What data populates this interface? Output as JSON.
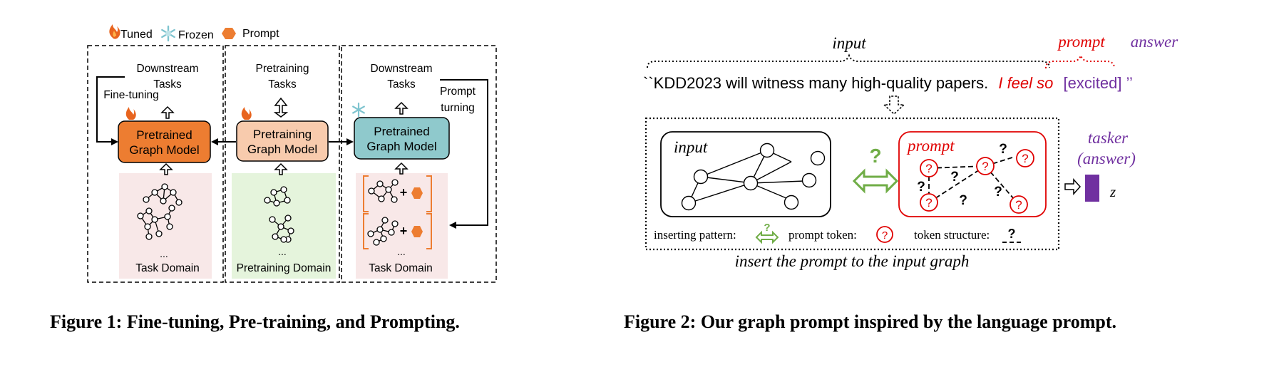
{
  "figure1": {
    "legend": {
      "tuned": "Tuned",
      "frozen": "Frozen",
      "prompt": "Prompt"
    },
    "panel1": {
      "top": "Downstream",
      "top2": "Tasks",
      "side": "Fine-tuning",
      "model1": "Pretrained",
      "model2": "Graph Model",
      "ellipsis": "...",
      "domain": "Task Domain"
    },
    "panel2": {
      "top": "Pretraining",
      "top2": "Tasks",
      "model1": "Pretraining",
      "model2": "Graph Model",
      "ellipsis": "...",
      "domain": "Pretraining Domain"
    },
    "panel3": {
      "top": "Downstream",
      "top2": "Tasks",
      "side": "Prompt",
      "side2": "turning",
      "model1": "Pretrained",
      "model2": "Graph Model",
      "ellipsis": "...",
      "domain": "Task Domain"
    },
    "caption": "Figure 1: Fine-tuning, Pre-training, and Prompting.",
    "colors": {
      "tuned_model": "#ED7D31",
      "pretrain_model": "#F8CBAD",
      "frozen_model": "#8FC9CC",
      "task_bg": "#F8E8E8",
      "pretrain_bg": "#E5F4DC",
      "prompt_node": "#ED7D31"
    }
  },
  "figure2": {
    "label_input": "input",
    "label_prompt": "prompt",
    "label_answer": "answer",
    "sentence_main": "``KDD2023 will witness many high-quality papers.",
    "sentence_prompt": "I feel so",
    "sentence_answer": "[excited] ’’",
    "graph_input": "input",
    "graph_prompt": "prompt",
    "question": "?",
    "tasker": "tasker",
    "tasker_answer": "(answer)",
    "z": "z",
    "legend_inserting": "inserting pattern:",
    "legend_token": "prompt token:",
    "legend_structure": "token structure:",
    "bottom_label": "insert the prompt to the input graph",
    "caption": "Figure 2: Our graph prompt inspired by the language prompt.",
    "colors": {
      "prompt_red": "#E00000",
      "answer_purple": "#7030A0",
      "green": "#70AD47"
    }
  }
}
